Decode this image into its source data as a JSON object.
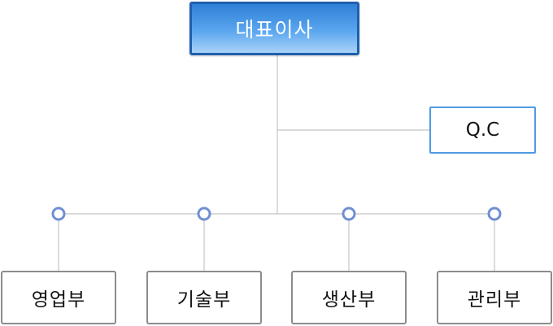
{
  "chart": {
    "ceo": {
      "label": "대표이사"
    },
    "staff": {
      "label": "Q.C"
    },
    "departments": [
      {
        "label": "영업부"
      },
      {
        "label": "기술부"
      },
      {
        "label": "생산부"
      },
      {
        "label": "관리부"
      }
    ]
  },
  "colors": {
    "ceo_border": "#1f5fae",
    "ceo_fill_top": "#2f7fd6",
    "ceo_fill_bottom": "#a9d3f8",
    "staff_border": "#4f9be6",
    "dept_border": "#8c8c8c",
    "connector": "#c4c4c4",
    "junction_ring": "#6f8fd2"
  }
}
